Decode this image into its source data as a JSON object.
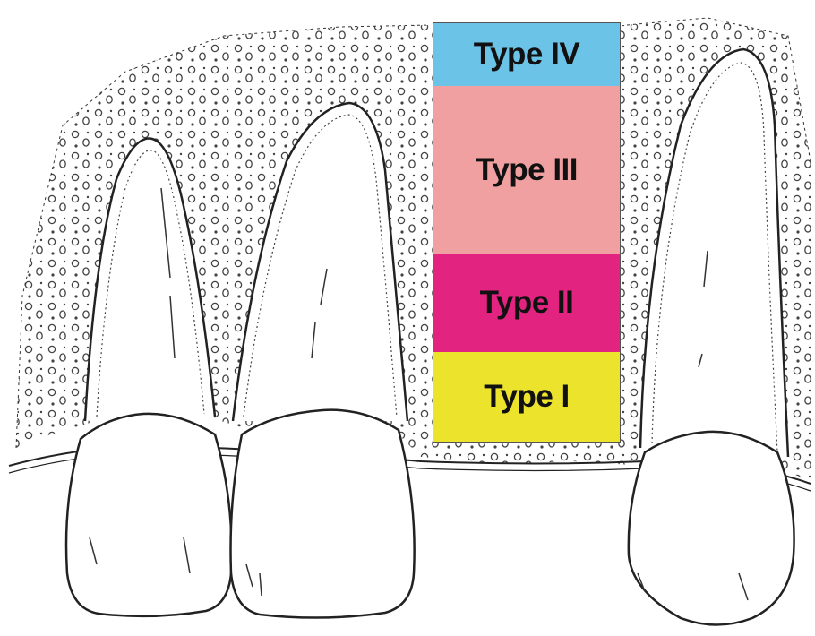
{
  "legend": {
    "bands": [
      {
        "label": "Type IV",
        "color": "#6cc3e8"
      },
      {
        "label": "Type III",
        "color": "#f0a0a0"
      },
      {
        "label": "Type II",
        "color": "#e2237f"
      },
      {
        "label": "Type I",
        "color": "#ece32d"
      }
    ]
  }
}
